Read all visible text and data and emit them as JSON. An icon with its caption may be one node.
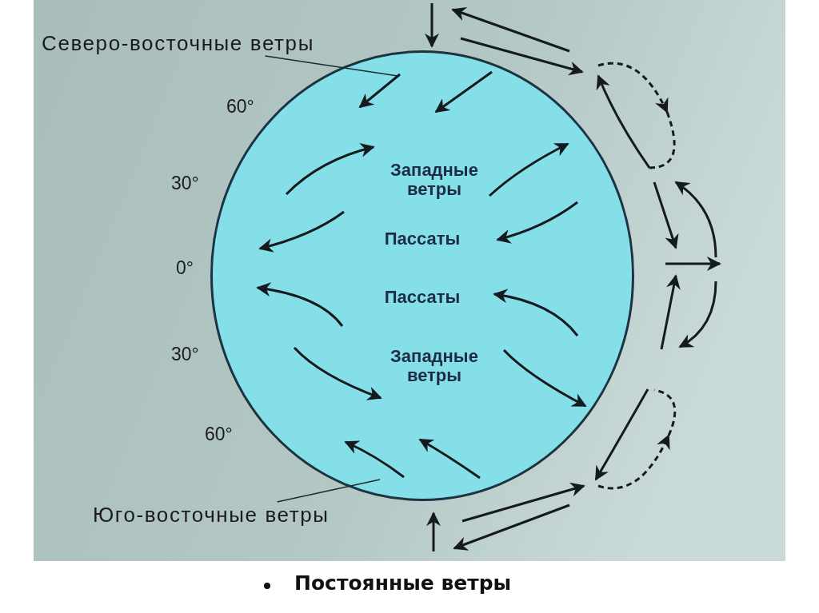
{
  "diagram": {
    "caption": "Постоянные ветры",
    "nodes": [
      {
        "text": [
          "Северо-восточные ветры"
        ]
      },
      {
        "text": [
          "Западные ветры",
          "Пассаты",
          "Пассаты",
          "Западные ветры"
        ]
      },
      {
        "text": [
          "Юго-восточные ветры"
        ]
      }
    ],
    "edges": [
      {
        "from": 0,
        "to": 1,
        "arrow": "none"
      },
      {
        "from": 2,
        "to": 1,
        "arrow": "none"
      }
    ],
    "labels": [
      "60°",
      "30°",
      "0°",
      "30°",
      "60°"
    ]
  }
}
